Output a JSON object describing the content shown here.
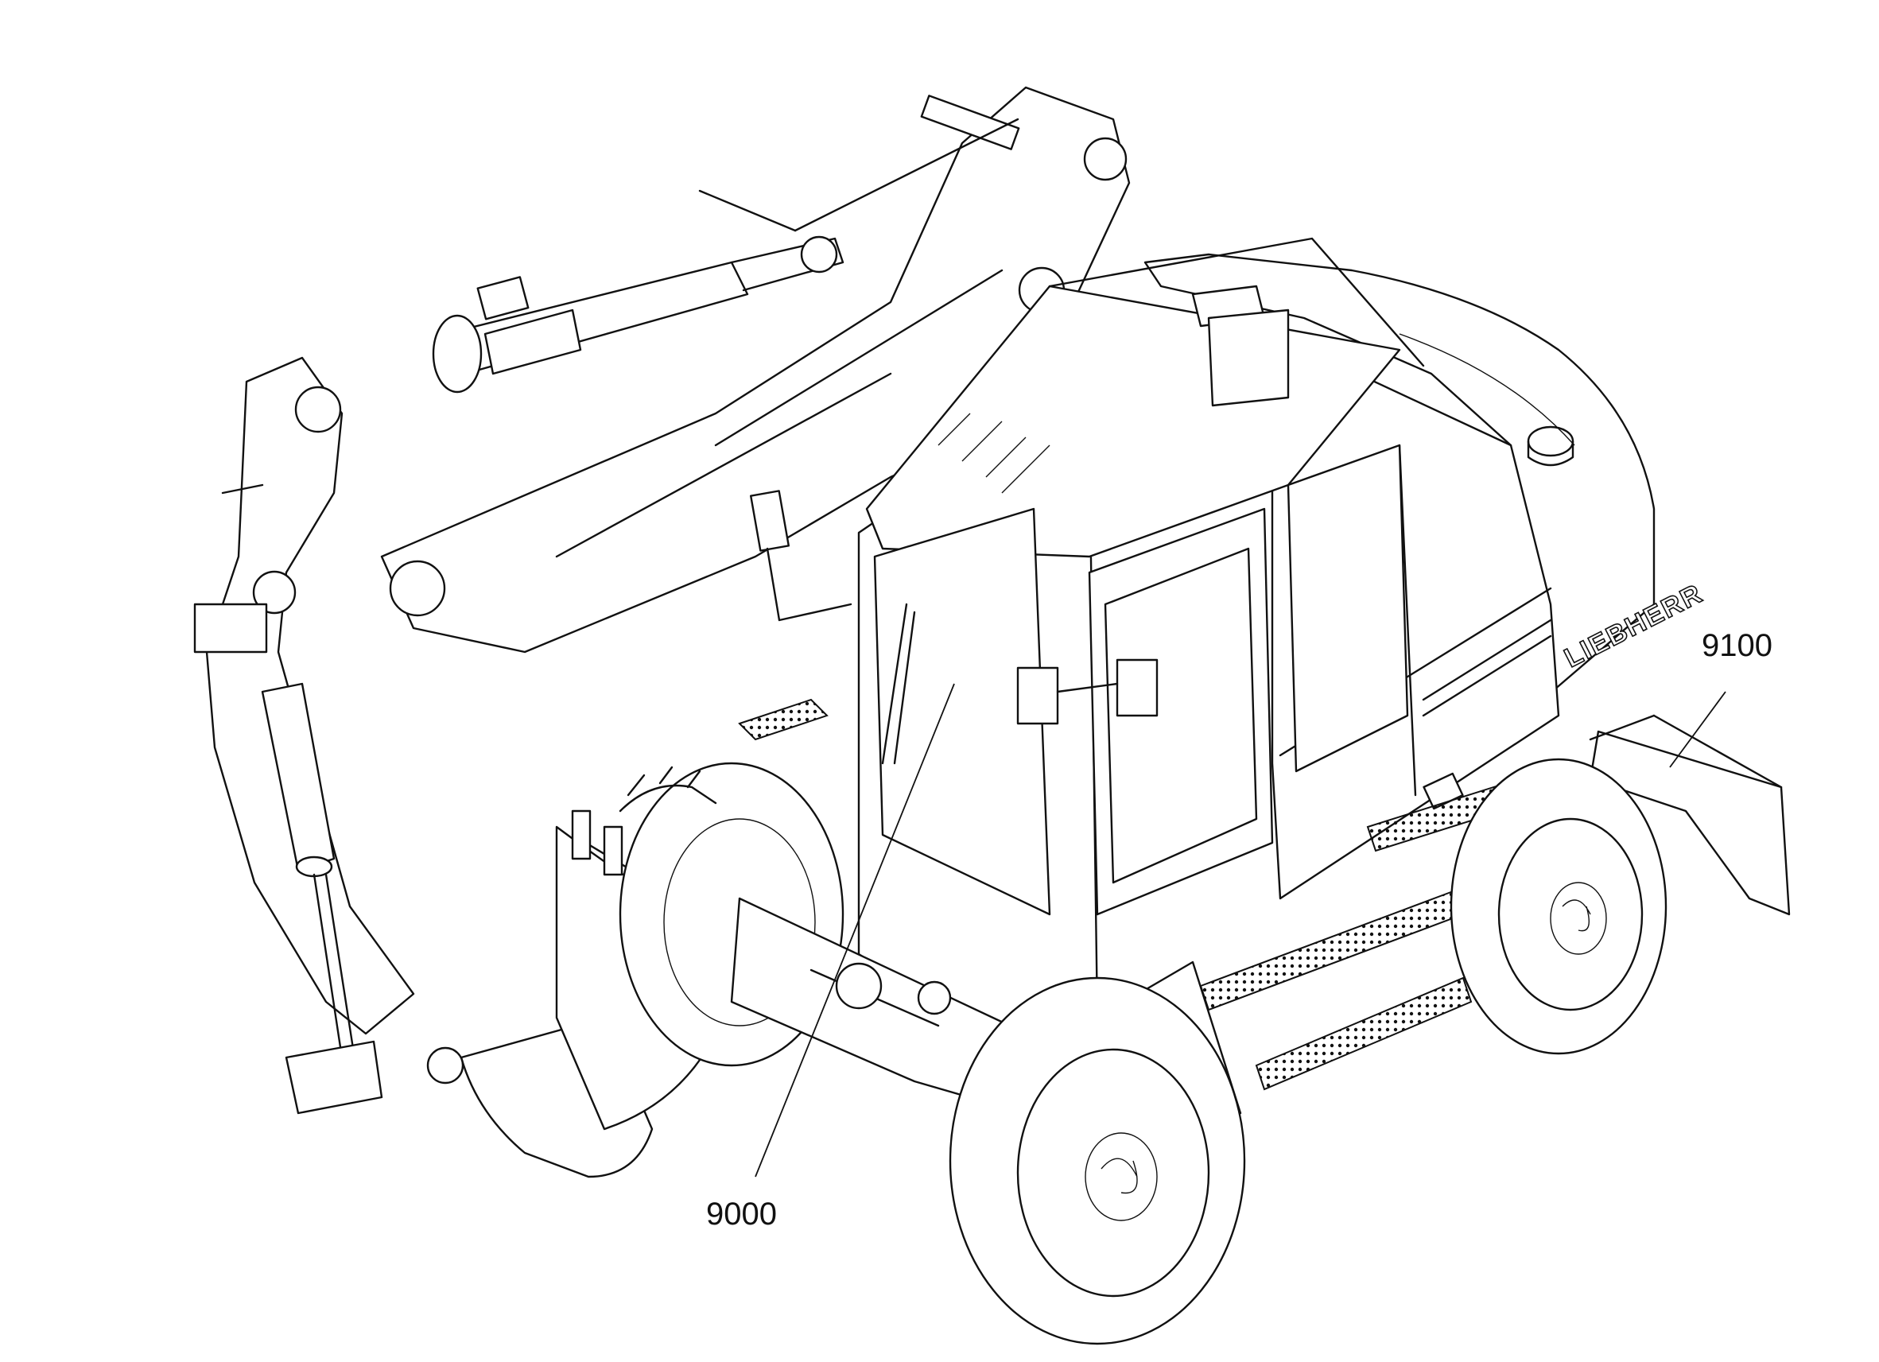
{
  "callouts": [
    {
      "label": "9000"
    },
    {
      "label": "9100"
    }
  ],
  "brand_text": "LIEBHERR",
  "colors": {
    "line": "#111111",
    "background": "#ffffff"
  }
}
